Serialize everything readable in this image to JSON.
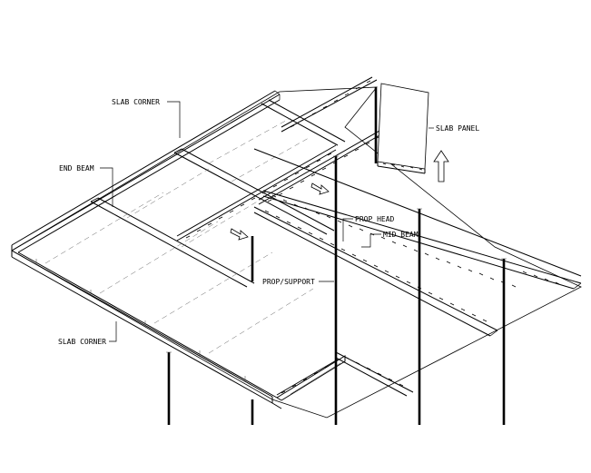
{
  "labels": {
    "slab_corner_top": "SLAB CORNER",
    "end_beam": "END BEAM",
    "slab_panel": "SLAB PANEL",
    "prop_head": "PROP HEAD",
    "mid_beam": "MID BEAM",
    "prop_support": "PROP/SUPPORT",
    "slab_corner_bottom": "SLAB CORNER"
  }
}
